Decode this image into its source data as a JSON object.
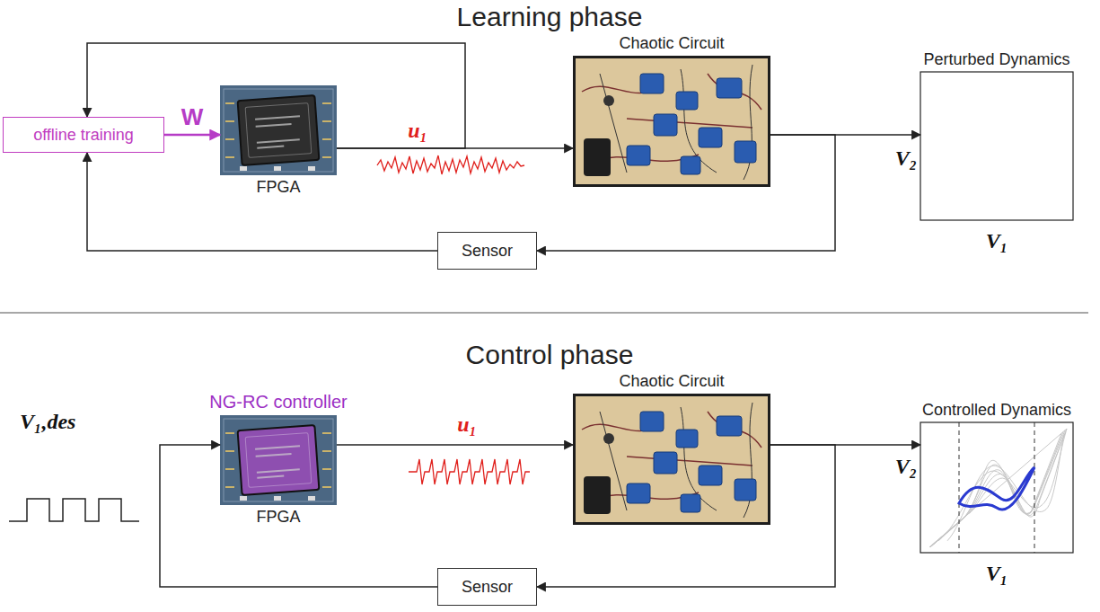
{
  "diagram": {
    "nodes": [
      {
        "text": [
          "offline training"
        ]
      },
      {
        "text": [
          "FPGA"
        ]
      },
      {
        "text": [
          "Chaotic Circuit"
        ]
      },
      {
        "text": [
          "Perturbed Dynamics",
          "V₂",
          "V₁"
        ]
      },
      {
        "text": [
          "Sensor"
        ]
      },
      {
        "text": [
          "NG-RC controller",
          "FPGA"
        ]
      },
      {
        "text": [
          "Chaotic Circuit"
        ]
      },
      {
        "text": [
          "Controlled Dynamics",
          "V₂",
          "V₁"
        ]
      },
      {
        "text": [
          "Sensor"
        ]
      }
    ],
    "edges": [
      {
        "from": 0,
        "to": 1,
        "arrow": "to",
        "label": "W"
      },
      {
        "from": 1,
        "to": 2,
        "arrow": "to",
        "label": "u₁"
      },
      {
        "from": 1,
        "to": 0,
        "arrow": "to"
      },
      {
        "from": 2,
        "to": 3,
        "arrow": "to"
      },
      {
        "from": 2,
        "to": 4,
        "arrow": "to"
      },
      {
        "from": 4,
        "to": 0,
        "arrow": "to"
      },
      {
        "from": 5,
        "to": 6,
        "arrow": "to",
        "label": "u₁"
      },
      {
        "from": 6,
        "to": 7,
        "arrow": "to"
      },
      {
        "from": 6,
        "to": 8,
        "arrow": "to"
      },
      {
        "from": 8,
        "to": 5,
        "arrow": "to"
      }
    ],
    "labels": [
      "Learning phase",
      "Control phase",
      "V₁,des"
    ]
  }
}
